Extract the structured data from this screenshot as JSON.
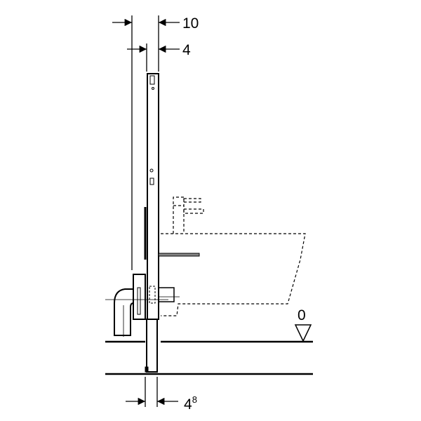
{
  "dimensions": {
    "top_outer": "10",
    "top_inner": "4",
    "bottom_main": "4",
    "bottom_sup": "8",
    "floor_level": "0"
  },
  "colors": {
    "line": "#000000",
    "background": "#ffffff"
  }
}
